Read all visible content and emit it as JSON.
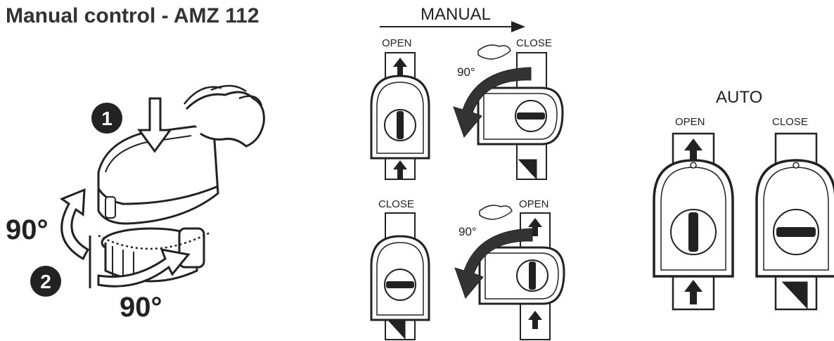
{
  "title": "Manual control - AMZ 112",
  "left_figure": {
    "step1": "1",
    "step2": "2",
    "angle_left": "90°",
    "angle_bottom": "90°"
  },
  "manual": {
    "header": "MANUAL",
    "top_left_label": "OPEN",
    "top_right_label": "CLOSE",
    "top_angle": "90°",
    "bottom_left_label": "CLOSE",
    "bottom_right_label": "OPEN",
    "bottom_angle": "90°"
  },
  "auto": {
    "header": "AUTO",
    "left_label": "OPEN",
    "right_label": "CLOSE"
  }
}
